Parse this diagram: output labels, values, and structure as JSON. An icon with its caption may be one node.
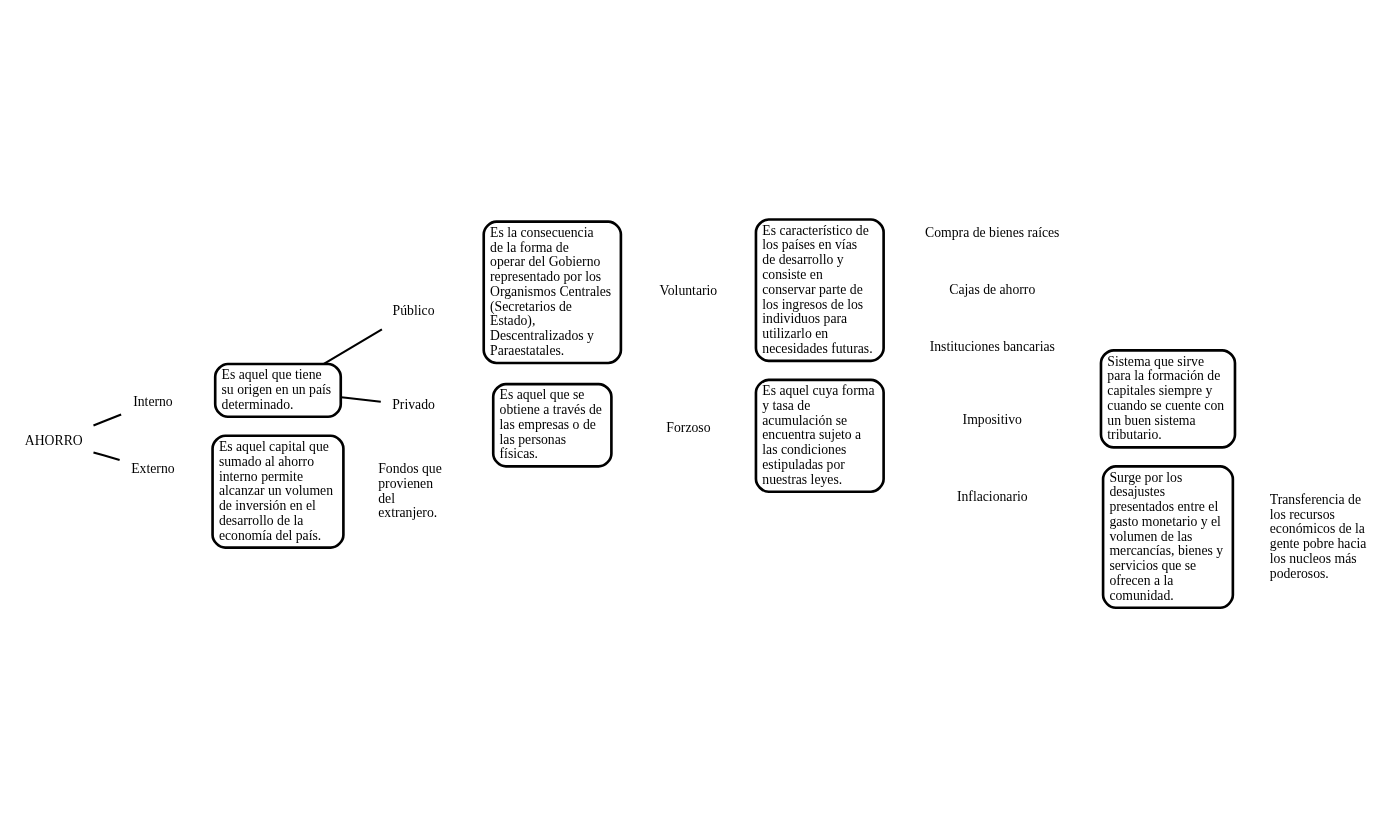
{
  "diagram": {
    "nodes": [
      {
        "text": [
          "AHORRO"
        ]
      },
      {
        "text": [
          "Interno"
        ]
      },
      {
        "text": [
          "Es aquel que tiene su origen en un país determinado."
        ]
      },
      {
        "text": [
          "Público"
        ]
      },
      {
        "text": [
          "Es la consecuencia de la forma de operar del Gobierno representado por los Organismos Centrales (Secretarios de Estado), Descentralizados y Paraestatales."
        ]
      },
      {
        "text": [
          "Privado"
        ]
      },
      {
        "text": [
          "Es aquel que se obtiene a través de las empresas o de las personas físicas."
        ]
      },
      {
        "text": [
          "Es característico de los países en vías de desarrollo y consiste en conservar parte de los ingresos de los individuos para utilizarlo en necesidades futuras."
        ]
      },
      {
        "text": [
          "Es aquel cuya forma y tasa de acumulación se encuentra sujeto a las condiciones estipuladas por nuestras leyes."
        ]
      },
      {
        "text": [
          "Sistema que sirve para la formación de capitales siempre y cuando se cuente con un buen sistema tributario."
        ]
      },
      {
        "text": [
          "Surge por los desajustes presentados entre el gasto monetario y el volumen de las mercancías, bienes y servicios que se ofrecen a la comunidad."
        ]
      },
      {
        "text": [
          "Externo"
        ]
      },
      {
        "text": [
          "Es aquel capital que sumado al ahorro interno permite alcanzar un volumen de inversión en el desarrollo de la economía del país."
        ]
      }
    ],
    "edges": [
      {
        "from": 0,
        "to": 1,
        "arrow": "none"
      },
      {
        "from": 0,
        "to": 11,
        "arrow": "none"
      },
      {
        "from": 2,
        "to": 3,
        "arrow": "none"
      },
      {
        "from": 2,
        "to": 5,
        "arrow": "none"
      }
    ],
    "labels": [
      "Voluntario",
      "Compra de bienes raíces",
      "Cajas de ahorro",
      "Instituciones bancarias",
      "Forzoso",
      "Impositivo",
      "Inflacionario",
      "Transferencia de los recursos económicos de la gente pobre hacia los nucleos más poderosos.",
      "Fondos que provienen del extranjero."
    ]
  }
}
